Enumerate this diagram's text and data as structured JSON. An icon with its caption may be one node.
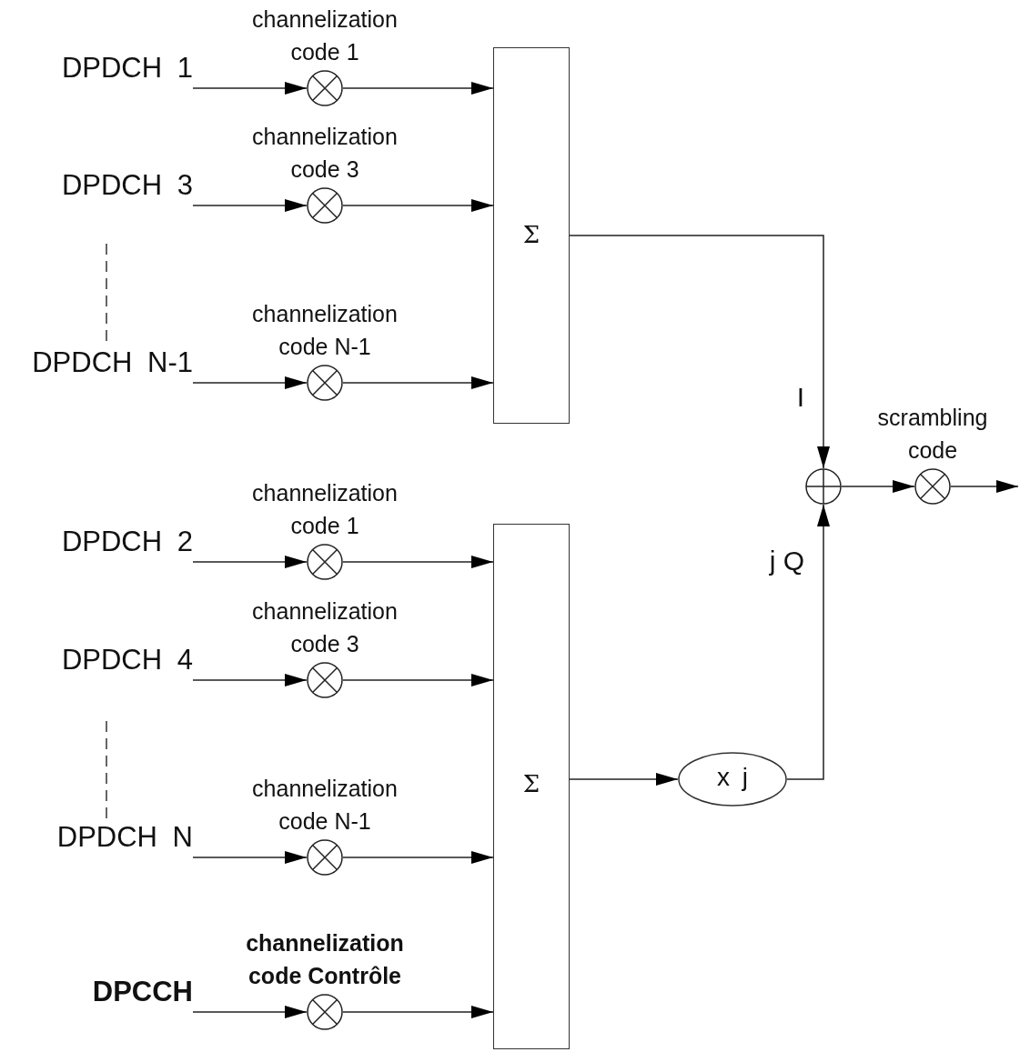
{
  "diagram": {
    "nodes": [
      {
        "text": [
          "DPDCH 1"
        ]
      },
      {
        "text": [],
        "shape": "circle",
        "beside": [
          "channelization code 1"
        ]
      },
      {
        "text": [
          "DPDCH 3"
        ]
      },
      {
        "text": [],
        "shape": "circle",
        "beside": [
          "channelization code 3"
        ]
      },
      {
        "text": [
          "DPDCH N-1"
        ]
      },
      {
        "text": [],
        "shape": "circle",
        "beside": [
          "channelization code N-1"
        ]
      },
      {
        "text": [
          "Σ"
        ]
      },
      {
        "text": [],
        "shape": "circle"
      },
      {
        "text": [],
        "shape": "circle",
        "beside": [
          "scrambling code"
        ]
      },
      {
        "text": [
          "DPDCH 2"
        ]
      },
      {
        "text": [],
        "shape": "circle",
        "beside": [
          "channelization code 1"
        ]
      },
      {
        "text": [
          "DPDCH 4"
        ]
      },
      {
        "text": [],
        "shape": "circle",
        "beside": [
          "channelization code 3"
        ]
      },
      {
        "text": [
          "DPDCH N"
        ]
      },
      {
        "text": [],
        "shape": "circle",
        "beside": [
          "channelization code N-1"
        ]
      },
      {
        "text": [
          "DPCCH"
        ]
      },
      {
        "text": [],
        "shape": "circle",
        "beside": [
          "channelization code Contrôle"
        ]
      },
      {
        "text": [
          "Σ"
        ]
      },
      {
        "text": [
          "x j"
        ]
      }
    ],
    "edges": [
      {
        "from": 0,
        "to": 1,
        "arrow": "to"
      },
      {
        "from": 1,
        "to": 6,
        "arrow": "to"
      },
      {
        "from": 2,
        "to": 3,
        "arrow": "to"
      },
      {
        "from": 3,
        "to": 6,
        "arrow": "to"
      },
      {
        "from": 4,
        "to": 5,
        "arrow": "to"
      },
      {
        "from": 5,
        "to": 6,
        "arrow": "to"
      },
      {
        "from": 6,
        "to": 7,
        "arrow": "to",
        "label": "I"
      },
      {
        "from": 9,
        "to": 10,
        "arrow": "to"
      },
      {
        "from": 10,
        "to": 17,
        "arrow": "to"
      },
      {
        "from": 11,
        "to": 12,
        "arrow": "to"
      },
      {
        "from": 12,
        "to": 17,
        "arrow": "to"
      },
      {
        "from": 13,
        "to": 14,
        "arrow": "to"
      },
      {
        "from": 14,
        "to": 17,
        "arrow": "to"
      },
      {
        "from": 15,
        "to": 16,
        "arrow": "to"
      },
      {
        "from": 16,
        "to": 17,
        "arrow": "to"
      },
      {
        "from": 17,
        "to": 18,
        "arrow": "to"
      },
      {
        "from": 18,
        "to": 7,
        "arrow": "to",
        "label": "j Q"
      },
      {
        "from": 7,
        "to": 8,
        "arrow": "to"
      },
      {
        "from": 8,
        "to": null,
        "arrow": "to"
      }
    ]
  }
}
